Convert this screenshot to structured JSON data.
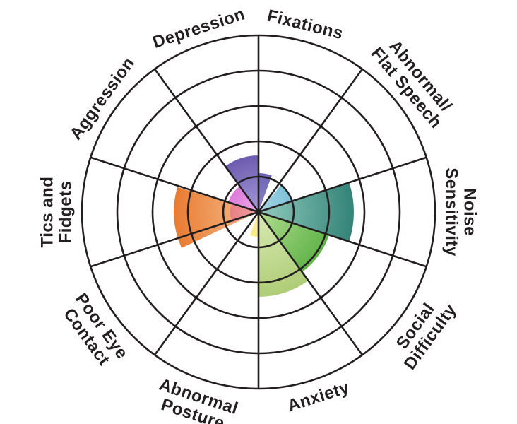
{
  "chart_data": {
    "type": "polar-area",
    "title": "",
    "rings": 5,
    "max_value": 5,
    "categories": [
      {
        "label_lines": [
          "Fixations"
        ],
        "value": 1.1,
        "colors": [
          "#8a86cc",
          "#3d2c8f"
        ]
      },
      {
        "label_lines": [
          "Abnormal/",
          "Flat Speech"
        ],
        "value": 1.0,
        "colors": [
          "#a8d4e2",
          "#2fa2c6"
        ]
      },
      {
        "label_lines": [
          "Noise",
          "Sensitivity"
        ],
        "value": 2.7,
        "colors": [
          "#93ccbf",
          "#2d7e73"
        ]
      },
      {
        "label_lines": [
          "Social",
          "Difficulty"
        ],
        "value": 2.1,
        "colors": [
          "#b1dc8f",
          "#43a42f"
        ]
      },
      {
        "label_lines": [
          "Anxiety"
        ],
        "value": 2.4,
        "colors": [
          "#d9ebb4",
          "#a6c66a"
        ]
      },
      {
        "label_lines": [
          "Abnormal",
          "Posture"
        ],
        "value": 0.0,
        "colors": [
          "#dddddd",
          "#999999"
        ]
      },
      {
        "label_lines": [
          "Poor Eye",
          "Contact"
        ],
        "value": 0.0,
        "colors": [
          "#dddddd",
          "#999999"
        ]
      },
      {
        "label_lines": [
          "Tics and",
          "Fidgets"
        ],
        "value": 2.4,
        "colors": [
          "#f6c08f",
          "#e66d1f"
        ]
      },
      {
        "label_lines": [
          "Aggression"
        ],
        "value": 0.8,
        "colors": [
          "#f2a3a5",
          "#c41f2a"
        ]
      },
      {
        "label_lines": [
          "Depression"
        ],
        "value": 0.9,
        "colors": [
          "#f0a7ea",
          "#b01ab4"
        ]
      },
      {
        "label_lines": [
          "Fixations"
        ],
        "value": 0.0,
        "colors": [
          "#dddddd",
          "#999999"
        ]
      },
      {
        "label_lines": [
          "Depression"
        ],
        "value": 1.6,
        "colors": [
          "#a69ad8",
          "#3f2a8e"
        ]
      }
    ],
    "small_wedges": [
      {
        "name": "Anxiety-inner",
        "value": 0.7,
        "colors": [
          "#fff4a6",
          "#f2c81c"
        ]
      }
    ]
  }
}
